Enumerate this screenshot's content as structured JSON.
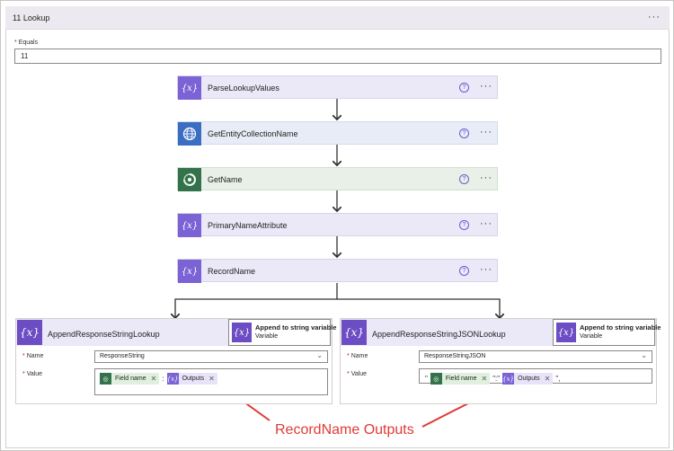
{
  "case": {
    "title": "11 Lookup",
    "more": "···"
  },
  "equals": {
    "label": "Equals",
    "required": "*",
    "value": "11"
  },
  "actions": [
    {
      "label": "ParseLookupValues",
      "kind": "variable-icon",
      "help": "?",
      "more": "···"
    },
    {
      "label": "GetEntityCollectionName",
      "kind": "globe-icon",
      "help": "?",
      "more": "···"
    },
    {
      "label": "GetName",
      "kind": "dataverse-icon",
      "help": "?",
      "more": "···"
    },
    {
      "label": "PrimaryNameAttribute",
      "kind": "variable-icon",
      "help": "?",
      "more": "···"
    },
    {
      "label": "RecordName",
      "kind": "variable-icon",
      "help": "?",
      "more": "···"
    }
  ],
  "cards": [
    {
      "title": "AppendResponseStringLookup",
      "badge": {
        "title": "Append to string variable",
        "subtitle": "Variable"
      },
      "name_label": "Name",
      "name_value": "ResponseString",
      "value_label": "Value",
      "value_tokens": [
        {
          "type": "dv",
          "text": "Field name"
        },
        {
          "type": "plain",
          "text": ":"
        },
        {
          "type": "var",
          "text": "Outputs"
        }
      ]
    },
    {
      "title": "AppendResponseStringJSONLookup",
      "badge": {
        "title": "Append to string variable",
        "subtitle": "Variable"
      },
      "name_label": "Name",
      "name_value": "ResponseStringJSON",
      "value_label": "Value",
      "value_tokens": [
        {
          "type": "plain",
          "text": "\""
        },
        {
          "type": "dv",
          "text": "Field name"
        },
        {
          "type": "plain",
          "text": "\":\""
        },
        {
          "type": "var",
          "text": "Outputs"
        },
        {
          "type": "plain",
          "text": "\","
        }
      ]
    }
  ],
  "glyphs": {
    "var_small": "{x}",
    "var_big": "{x}",
    "close": "✕",
    "chevron": "⌄",
    "required": "*"
  },
  "annotation": {
    "text": "RecordName Outputs",
    "color": "#e03a36"
  },
  "colors": {
    "variable": "#7b63d6",
    "http": "#3b6ec2",
    "dataverse": "#33724a",
    "card_icon": "#6c4dc4"
  }
}
